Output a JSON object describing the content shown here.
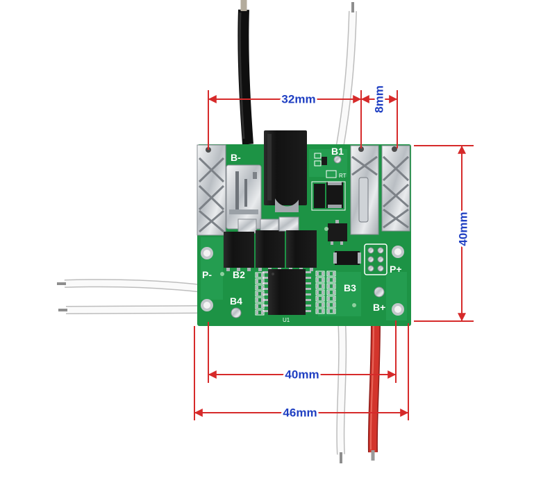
{
  "dimensions": {
    "terminal_span": "32mm",
    "terminal_gap": "8mm",
    "board_height": "40mm",
    "hole_spacing": "40mm",
    "overall_width": "46mm"
  },
  "silkscreen": {
    "b_minus": "B-",
    "b1": "B1",
    "p_minus": "P-",
    "b2": "B2",
    "b4": "B4",
    "b3": "B3",
    "p_plus": "P+",
    "b_plus": "B+",
    "u1": "U1",
    "rt": "RT"
  },
  "colors": {
    "dimension_line": "#d62a2a",
    "dimension_text": "#1f3fc2",
    "pcb_green": "#1d9345",
    "red_wire": "#d3352c"
  }
}
